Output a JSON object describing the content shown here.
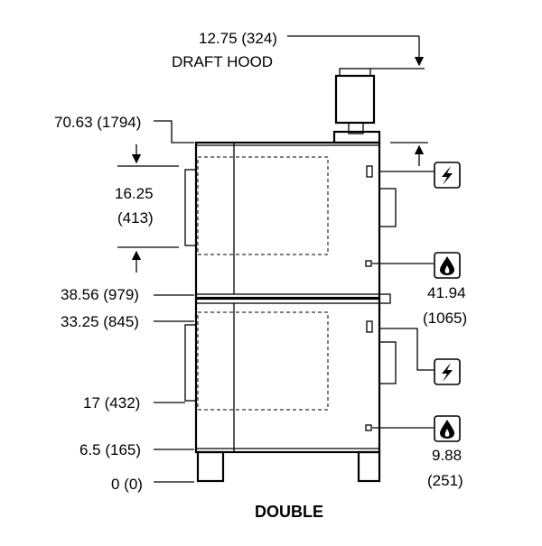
{
  "diagram": {
    "title": "DOUBLE",
    "top_dimension": {
      "value": "12.75 (324)",
      "label": "DRAFT HOOD"
    },
    "left_dimensions": {
      "overall_height": "70.63 (1794)",
      "cavity_height_value": "16.25",
      "cavity_height_metric": "(413)",
      "upper_oven_base": "38.56 (979)",
      "lower_oven_top": "33.25 (845)",
      "lower_door_bottom": "17 (432)",
      "legs_top": "6.5 (165)",
      "floor": "0 (0)"
    },
    "right_dimensions": {
      "upper_gas_value": "41.94",
      "upper_gas_metric": "(1065)",
      "lower_gas_value": "9.88",
      "lower_gas_metric": "(251)"
    },
    "icons": [
      "electric-connection-icon",
      "gas-connection-icon",
      "electric-connection-icon",
      "gas-connection-icon"
    ]
  }
}
